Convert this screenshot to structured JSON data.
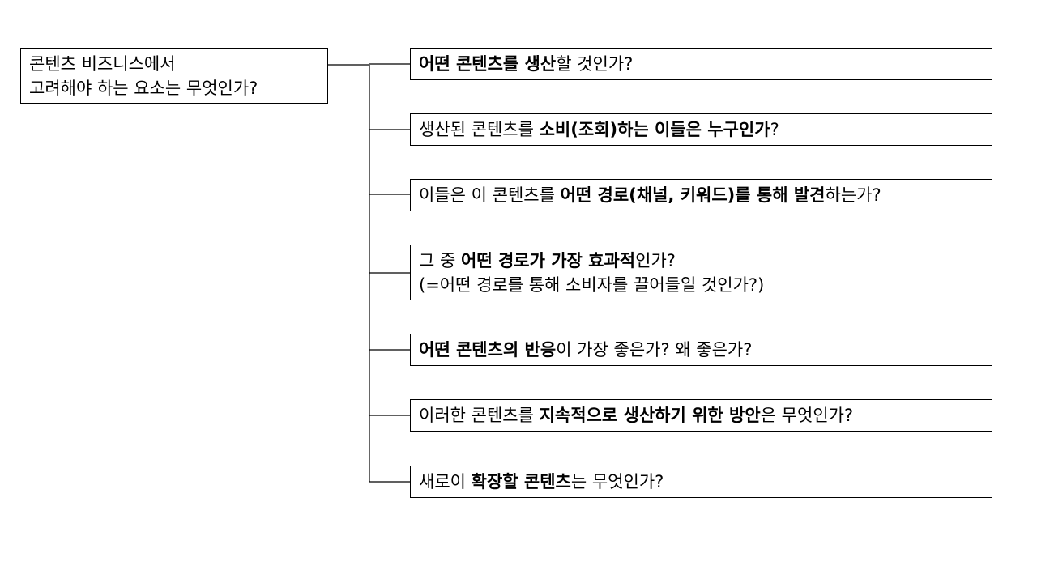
{
  "root": {
    "lines": [
      "콘텐츠 비즈니스에서",
      "고려해야 하는 요소는 무엇인가?"
    ]
  },
  "questions": [
    {
      "segs": [
        {
          "text": "어떤 콘텐츠를 생산",
          "bold": true
        },
        {
          "text": "할 것인가?",
          "bold": false
        }
      ]
    },
    {
      "segs": [
        {
          "text": "생산된 콘텐츠를 ",
          "bold": false
        },
        {
          "text": "소비(조회)하는 이들은 누구인가",
          "bold": true
        },
        {
          "text": "?",
          "bold": false
        }
      ]
    },
    {
      "segs": [
        {
          "text": "이들은 이 콘텐츠를 ",
          "bold": false
        },
        {
          "text": "어떤 경로(채널, 키워드)를 통해 발견",
          "bold": true
        },
        {
          "text": "하는가?",
          "bold": false
        }
      ]
    },
    {
      "segs": [
        {
          "text": "그 중 ",
          "bold": false
        },
        {
          "text": "어떤 경로가 가장 효과적",
          "bold": true
        },
        {
          "text": "인가?",
          "bold": false
        }
      ],
      "sub": "(=어떤 경로를 통해 소비자를 끌어들일 것인가?)"
    },
    {
      "segs": [
        {
          "text": "어떤 콘텐츠의 반응",
          "bold": true
        },
        {
          "text": "이 가장 좋은가? 왜 좋은가?",
          "bold": false
        }
      ]
    },
    {
      "segs": [
        {
          "text": "이러한 콘텐츠를 ",
          "bold": false
        },
        {
          "text": "지속적으로 생산하기 위한 방안",
          "bold": true
        },
        {
          "text": "은 무엇인가?",
          "bold": false
        }
      ]
    },
    {
      "segs": [
        {
          "text": "새로이 ",
          "bold": false
        },
        {
          "text": "확장할 콘텐츠",
          "bold": true
        },
        {
          "text": "는 무엇인가?",
          "bold": false
        }
      ]
    }
  ]
}
